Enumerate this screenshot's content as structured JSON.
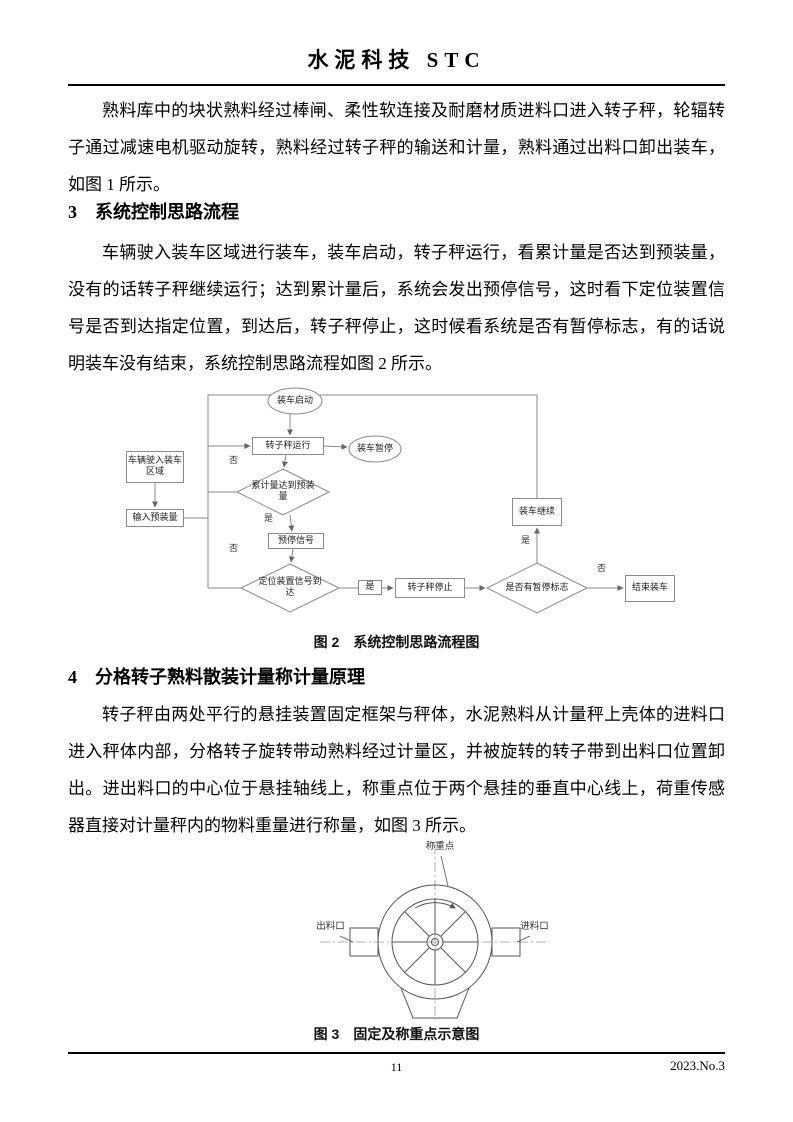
{
  "header": {
    "journal_title": "水泥科技 STC"
  },
  "body": {
    "intro_paragraph": "熟料库中的块状熟料经过棒闸、柔性软连接及耐磨材质进料口进入转子秤，轮辐转子通过减速电机驱动旋转，熟料经过转子秤的输送和计量，熟料通过出料口卸出装车，如图 1 所示。",
    "section3": {
      "heading": "3　系统控制思路流程",
      "paragraph": "车辆驶入装车区域进行装车，装车启动，转子秤运行，看累计量是否达到预装量，没有的话转子秤继续运行；达到累计量后，系统会发出预停信号，这时看下定位装置信号是否到达指定位置，到达后，转子秤停止，这时候看系统是否有暂停标志，有的话说明装车没有结束，系统控制思路流程如图 2 所示。"
    },
    "section4": {
      "heading": "4　分格转子熟料散装计量称计量原理",
      "paragraph": "转子秤由两处平行的悬挂装置固定框架与秤体，水泥熟料从计量秤上壳体的进料口进入秤体内部，分格转子旋转带动熟料经过计量区，并被旋转的转子带到出料口位置卸出。进出料口的中心位于悬挂轴线上，称重点位于两个悬挂的垂直中心线上，荷重传感器直接对计量秤内的物料重量进行称量，如图 3 所示。"
    }
  },
  "figure2": {
    "caption": "图 2　系统控制思路流程图",
    "nodes": {
      "start": "装车启动",
      "rotor_run": "转子秤运行",
      "loading_pause": "装车暂停",
      "vehicle_enter": "车辆驶入装车区域",
      "input_preset": "输入预装量",
      "check_accumulate": "累计量达到预装量",
      "pre_stop_signal": "预停信号",
      "check_position": "定位装置信号到达",
      "rotor_stop": "转子秤停止",
      "check_pause_flag": "是否有暂停标志",
      "loading_continue": "装车继续",
      "loading_end": "结束装车"
    },
    "labels": {
      "yes": "是",
      "no": "否"
    }
  },
  "figure3": {
    "caption": "图 3　固定及称重点示意图",
    "labels": {
      "weigh_point": "称重点",
      "outlet": "出料口",
      "inlet": "进料口"
    }
  },
  "footer": {
    "page_number": "11",
    "issue": "2023.No.3"
  }
}
